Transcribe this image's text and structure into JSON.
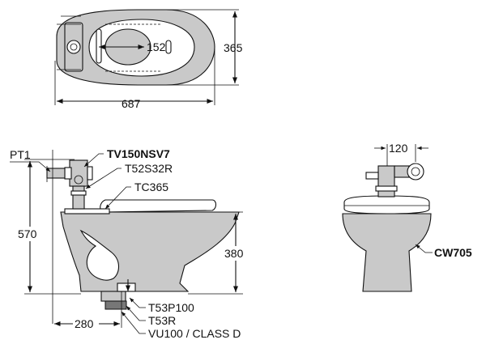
{
  "top_view": {
    "dim_overall_length": "687",
    "dim_width": "365",
    "dim_hole_spacing": "152"
  },
  "side_view": {
    "label_pt1": "PT1",
    "label_flush_valve": "TV150NSV7",
    "label_pipe": "T52S32R",
    "label_seat": "TC365",
    "dim_height_total": "570",
    "dim_height_rim": "380",
    "dim_rough_in": "280",
    "label_trap": "T53P100",
    "label_ring": "T53R",
    "label_outlet": "VU100 / CLASS D"
  },
  "front_view": {
    "dim_valve_offset": "120",
    "label_bowl": "CW705"
  },
  "colors": {
    "body_fill": "#c9c9c9",
    "line": "#111111"
  }
}
